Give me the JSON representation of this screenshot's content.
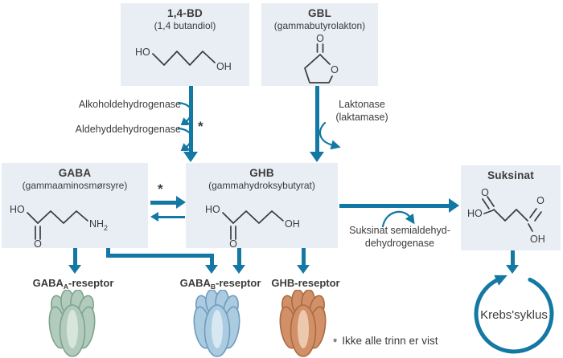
{
  "palette": {
    "box_bg": "#e9edf4",
    "arrow": "#1478a4",
    "text": "#3b3b3a",
    "structure": "#3b3b3a",
    "green_fill": "#b2cbbc",
    "green_stroke": "#7fa390",
    "green_hl": "#d7e5dc",
    "blue_fill": "#abcbe1",
    "blue_stroke": "#6f9cbd",
    "blue_hl": "#d8e8f3",
    "orange_fill": "#d29068",
    "orange_stroke": "#a96b42",
    "orange_hl": "#ecc9ad"
  },
  "boxes": {
    "bd": {
      "title": "1,4-BD",
      "subtitle": "(1,4 butandiol)"
    },
    "gbl": {
      "title": "GBL",
      "subtitle": "(gammabutyrolakton)"
    },
    "gaba": {
      "title": "GABA",
      "subtitle": "(gammaaminosmørsyre)"
    },
    "ghb": {
      "title": "GHB",
      "subtitle": "(gammahydroksybutyrat)"
    },
    "suksinat": {
      "title": "Suksinat"
    }
  },
  "enzymes": {
    "adh": "Alkoholdehydrogenase",
    "aldh": "Aldehyddehydrogenase",
    "laktonase_1": "Laktonase",
    "laktonase_2": "(laktamase)",
    "ssadh_1": "Suksinat semialdehyd-",
    "ssadh_2": "dehydrogenase"
  },
  "asterisk": "*",
  "receptors": [
    {
      "base": "GABA",
      "sub": "A",
      "suffix": "-reseptor"
    },
    {
      "base": "GABA",
      "sub": "B",
      "suffix": "-reseptor"
    },
    {
      "base": "GHB",
      "sub": "",
      "suffix": "-reseptor"
    }
  ],
  "krebs_label": "Krebs'syklus",
  "footnote": {
    "marker": "*",
    "text": "Ikke alle trinn er vist"
  },
  "chem": {
    "ho": "HO",
    "oh": "OH",
    "o": "O",
    "nh": "NH",
    "two": "2"
  }
}
